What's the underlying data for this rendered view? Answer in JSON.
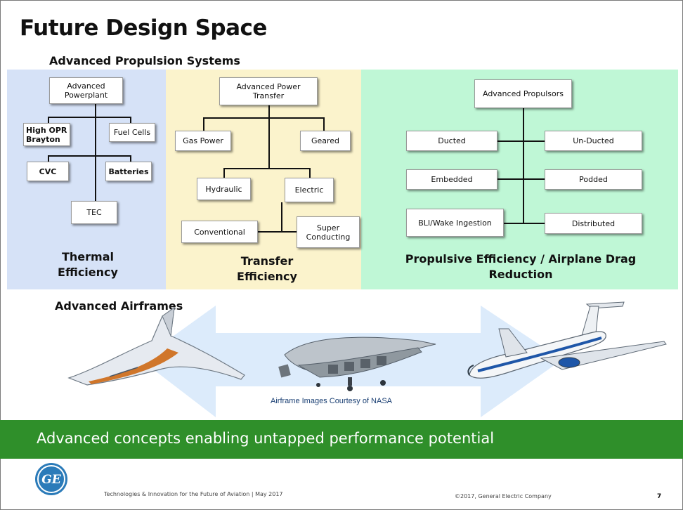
{
  "title": "Future Design Space",
  "subtitle": "Advanced Propulsion Systems",
  "thermal": {
    "root": "Advanced Powerplant",
    "nodes": [
      "High OPR Brayton",
      "Fuel Cells",
      "CVC",
      "Batteries",
      "TEC"
    ],
    "caption": "Thermal Efficiency"
  },
  "transfer": {
    "root": "Advanced Power Transfer",
    "nodes": [
      "Gas Power",
      "Geared",
      "Hydraulic",
      "Electric",
      "Conventional",
      "Super Conducting"
    ],
    "caption": "Transfer Efficiency"
  },
  "propulsive": {
    "root": "Advanced Propulsors",
    "nodes": [
      "Ducted",
      "Un-Ducted",
      "Embedded",
      "Podded",
      "BLI/Wake Ingestion",
      "Distributed"
    ],
    "caption": "Propulsive Efficiency / Airplane Drag Reduction"
  },
  "airframes": {
    "heading": "Advanced Airframes",
    "credit": "Airframe Images Courtesy of NASA"
  },
  "banner": "Advanced concepts enabling untapped performance potential",
  "footer": {
    "event": "Technologies & Innovation for the Future of Aviation | May 2017",
    "copyright": "©2017, General Electric Company",
    "page": "7"
  },
  "colors": {
    "thermal_bg": "#d6e2f7",
    "transfer_bg": "#fbf3cc",
    "propulsive_bg": "#bff7d6",
    "banner_bg": "#2f8f2a",
    "arrow": "#dcebfb",
    "ge_blue": "#2b7bb9"
  }
}
